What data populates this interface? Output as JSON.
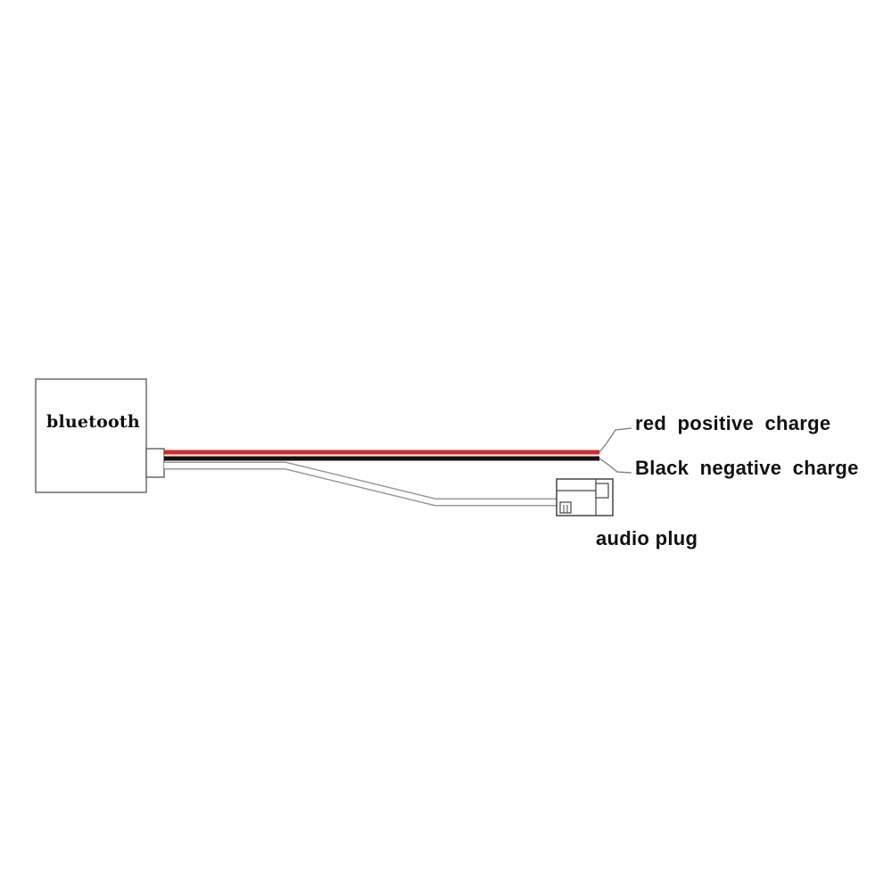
{
  "module": {
    "label": "bluetooth"
  },
  "wires": {
    "red": {
      "label": "red  positive  charge",
      "color": "#d42a2a"
    },
    "black": {
      "label": "Black  negative  charge",
      "color": "#111111"
    },
    "audio": {
      "color": "#9a9a9a"
    }
  },
  "plug": {
    "label": "audio plug"
  }
}
